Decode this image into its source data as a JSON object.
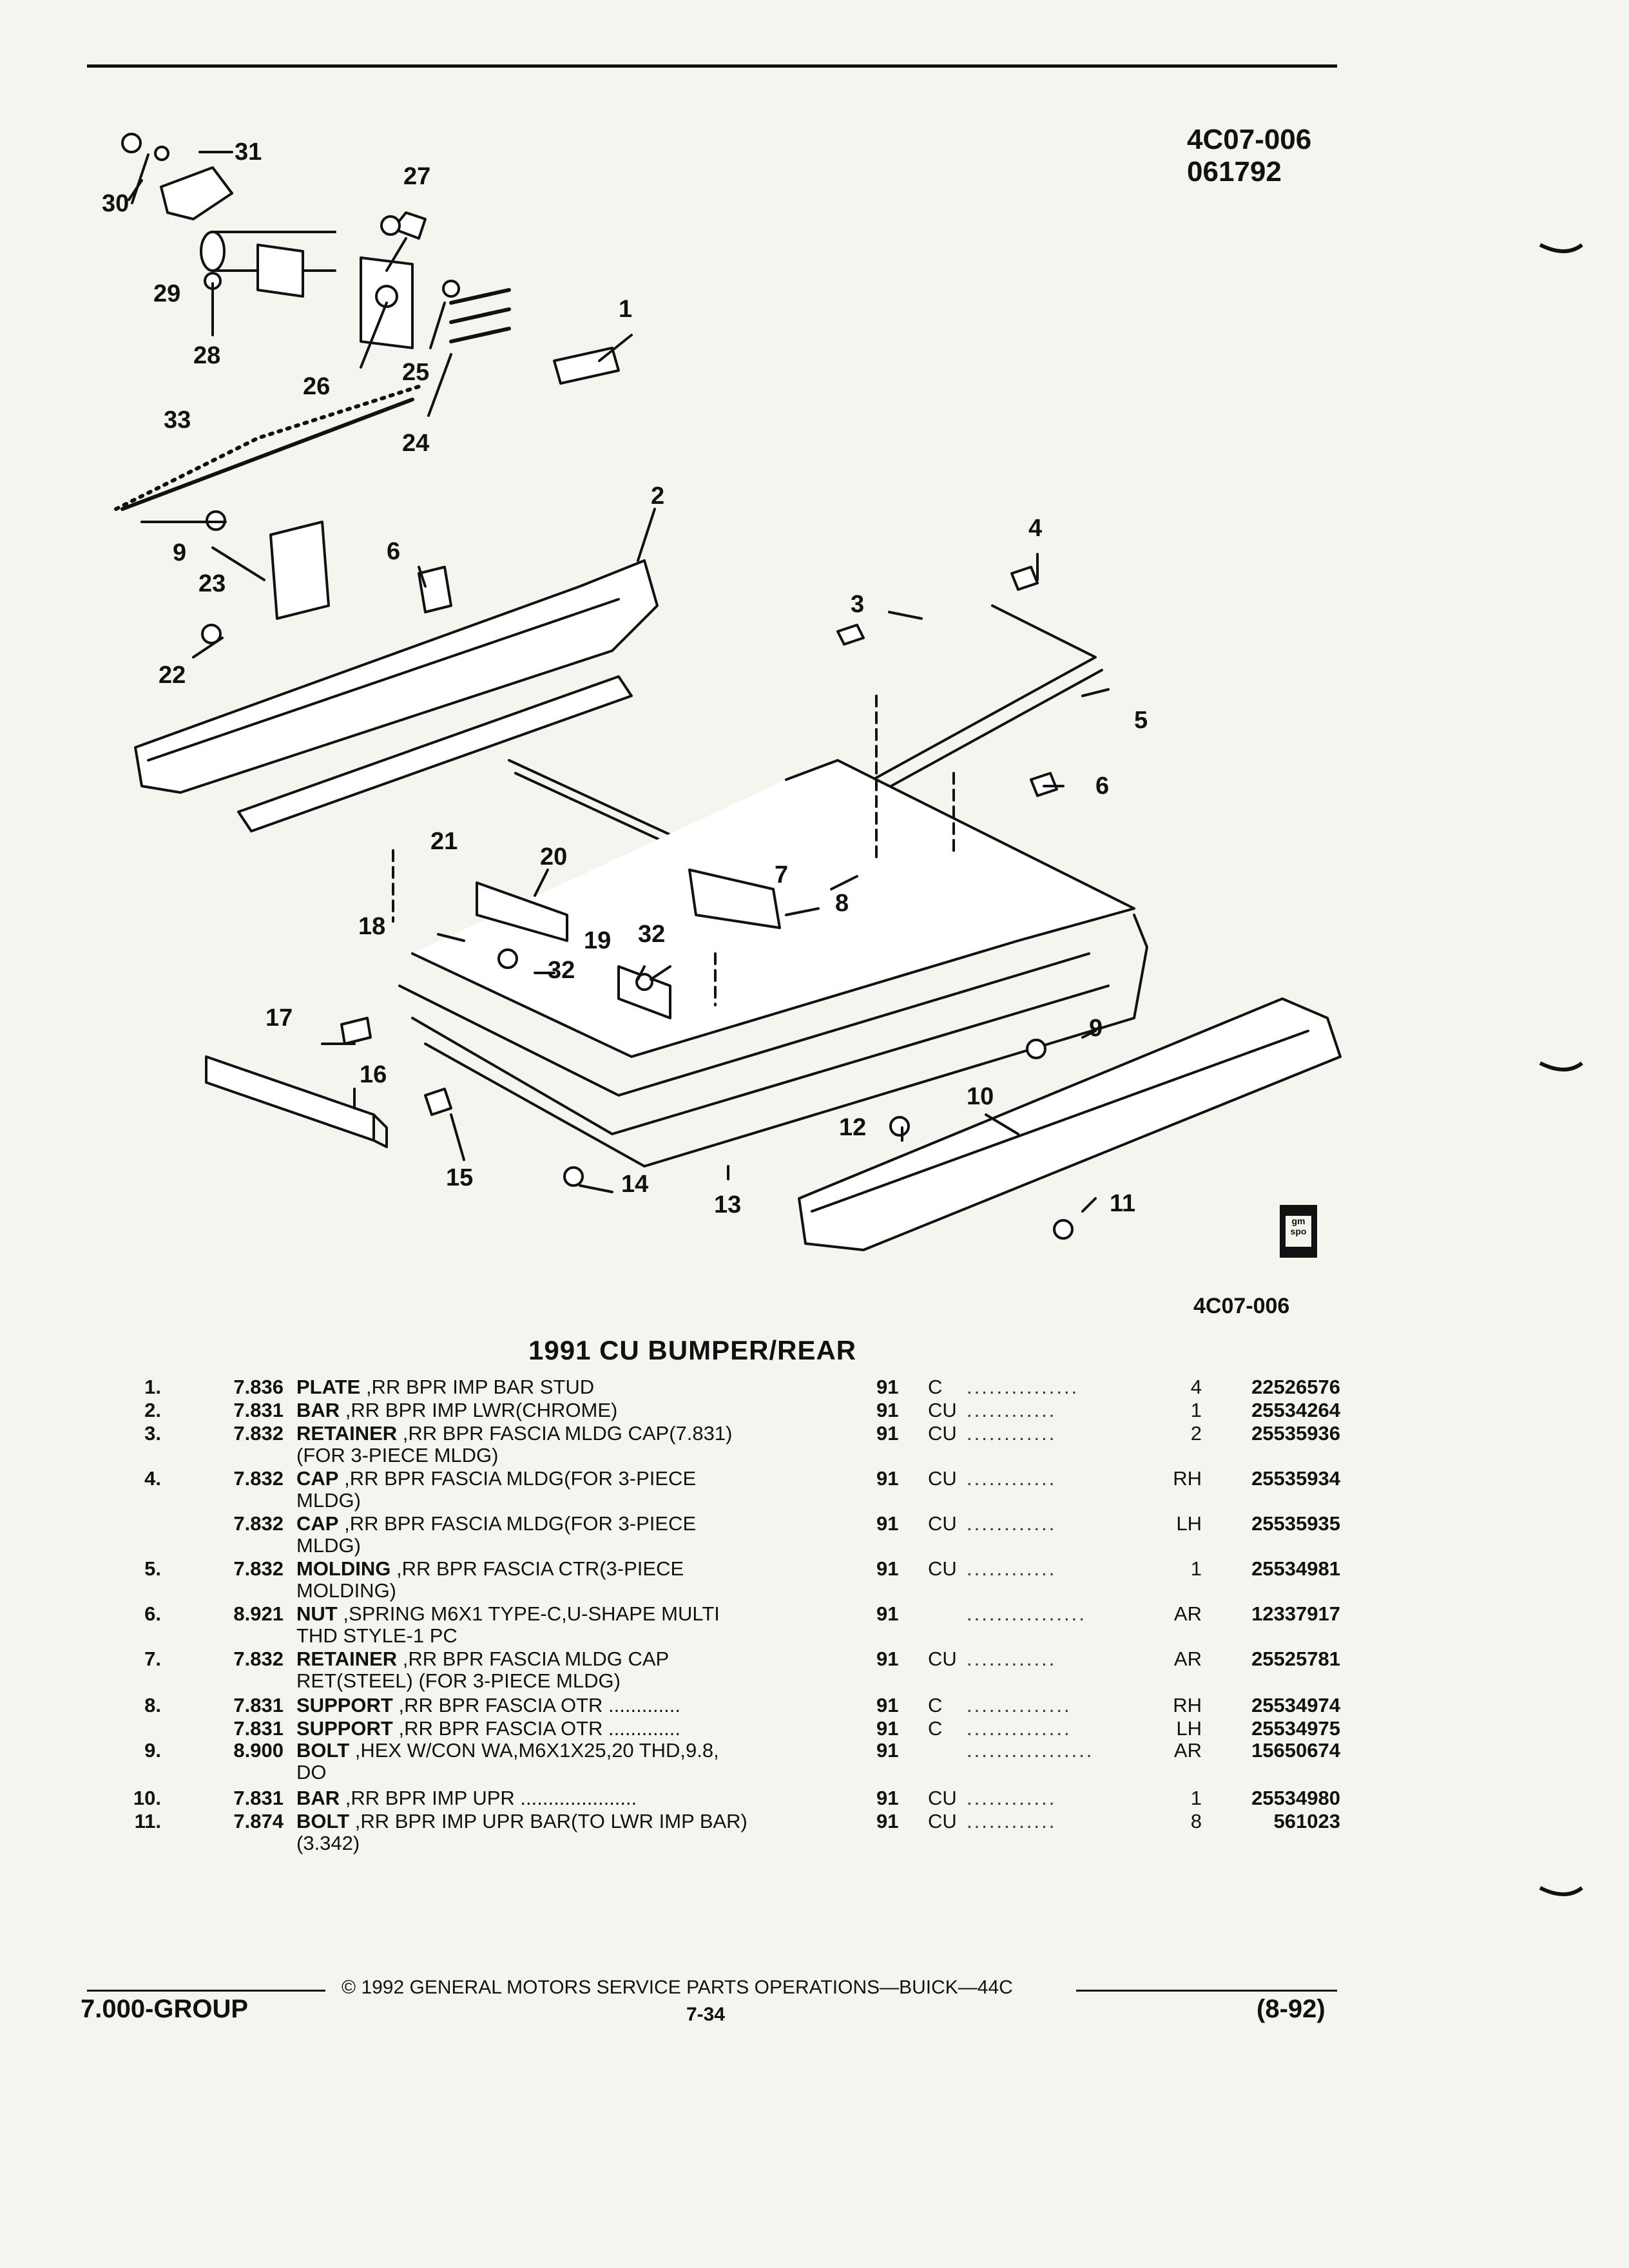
{
  "header": {
    "figure_id": "4C07-006",
    "figure_date": "061792"
  },
  "callouts": [
    "1",
    "2",
    "3",
    "4",
    "5",
    "6",
    "6",
    "7",
    "8",
    "9",
    "9",
    "10",
    "11",
    "12",
    "13",
    "14",
    "15",
    "16",
    "17",
    "18",
    "19",
    "20",
    "21",
    "22",
    "23",
    "24",
    "25",
    "26",
    "27",
    "28",
    "29",
    "30",
    "31",
    "32",
    "32",
    "33"
  ],
  "figure_caption": "4C07-006",
  "logo_text": "gm spo",
  "title": "1991 CU BUMPER/REAR",
  "parts": [
    {
      "no": "1.",
      "group": "7.836",
      "name": "PLATE",
      "desc": ",RR BPR IMP BAR STUD",
      "desc2": "",
      "year": "91",
      "series": "C",
      "qty": "4",
      "part_no": "22526576"
    },
    {
      "no": "2.",
      "group": "7.831",
      "name": "BAR",
      "desc": ",RR BPR IMP LWR(CHROME)",
      "desc2": "",
      "year": "91",
      "series": "CU",
      "qty": "1",
      "part_no": "25534264"
    },
    {
      "no": "3.",
      "group": "7.832",
      "name": "RETAINER",
      "desc": ",RR BPR FASCIA MLDG CAP(7.831)",
      "desc2": "(FOR 3-PIECE MLDG)",
      "year": "91",
      "series": "CU",
      "qty": "2",
      "part_no": "25535936"
    },
    {
      "no": "4.",
      "group": "7.832",
      "name": "CAP",
      "desc": ",RR BPR FASCIA MLDG(FOR 3-PIECE",
      "desc2": "MLDG)",
      "year": "91",
      "series": "CU",
      "qty": "RH",
      "part_no": "25535934"
    },
    {
      "no": "",
      "group": "7.832",
      "name": "CAP",
      "desc": ",RR BPR FASCIA MLDG(FOR 3-PIECE",
      "desc2": "MLDG)",
      "year": "91",
      "series": "CU",
      "qty": "LH",
      "part_no": "25535935"
    },
    {
      "no": "5.",
      "group": "7.832",
      "name": "MOLDING",
      "desc": ",RR BPR FASCIA CTR(3-PIECE",
      "desc2": "MOLDING)",
      "year": "91",
      "series": "CU",
      "qty": "1",
      "part_no": "25534981"
    },
    {
      "no": "6.",
      "group": "8.921",
      "name": "NUT",
      "desc": ",SPRING M6X1 TYPE-C,U-SHAPE MULTI",
      "desc2": "THD STYLE-1 PC",
      "year": "91",
      "series": "",
      "qty": "AR",
      "part_no": "12337917"
    },
    {
      "no": "7.",
      "group": "7.832",
      "name": "RETAINER",
      "desc": ",RR BPR FASCIA MLDG CAP",
      "desc2": "RET(STEEL) (FOR 3-PIECE MLDG)",
      "year": "91",
      "series": "CU",
      "qty": "AR",
      "part_no": "25525781"
    },
    {
      "no": "8.",
      "group": "7.831",
      "name": "SUPPORT",
      "desc": ",RR BPR FASCIA OTR",
      "desc2": "",
      "year": "91",
      "series": "C",
      "qty": "RH",
      "part_no": "25534974"
    },
    {
      "no": "",
      "group": "7.831",
      "name": "SUPPORT",
      "desc": ",RR BPR FASCIA OTR",
      "desc2": "",
      "year": "91",
      "series": "C",
      "qty": "LH",
      "part_no": "25534975"
    },
    {
      "no": "9.",
      "group": "8.900",
      "name": "BOLT",
      "desc": ",HEX W/CON WA,M6X1X25,20 THD,9.8,",
      "desc2": "DO",
      "year": "91",
      "series": "",
      "qty": "AR",
      "part_no": "15650674"
    },
    {
      "no": "10.",
      "group": "7.831",
      "name": "BAR",
      "desc": ",RR BPR IMP UPR",
      "desc2": "",
      "year": "91",
      "series": "CU",
      "qty": "1",
      "part_no": "25534980"
    },
    {
      "no": "11.",
      "group": "7.874",
      "name": "BOLT",
      "desc": ",RR BPR IMP UPR BAR(TO LWR IMP BAR)",
      "desc2": "(3.342)",
      "year": "91",
      "series": "CU",
      "qty": "8",
      "part_no": "561023"
    }
  ],
  "footer": {
    "copyright": "© 1992 GENERAL MOTORS SERVICE PARTS OPERATIONS—BUICK—44C",
    "group": "7.000-GROUP",
    "page": "7-34",
    "date": "(8-92)"
  }
}
